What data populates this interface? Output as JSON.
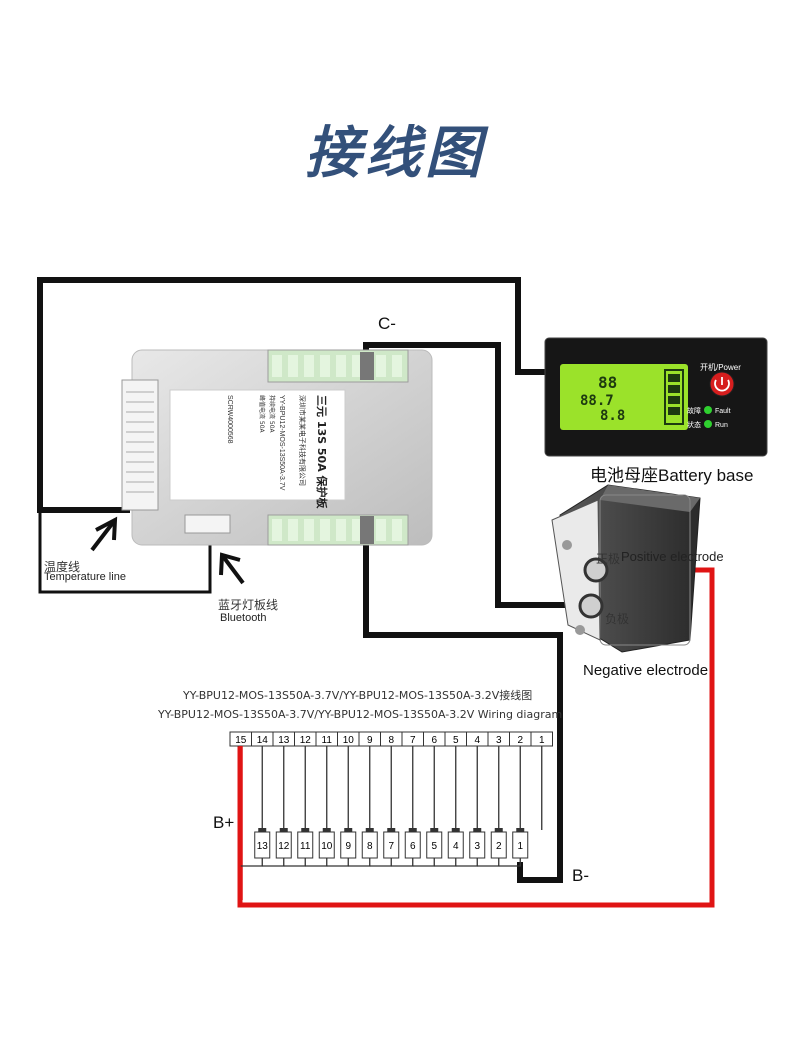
{
  "title": "接线图",
  "labels": {
    "c_minus": "C-",
    "b_minus": "B-",
    "b_plus": "B+",
    "temperature_cn": "温度线",
    "temperature_en": "Temperature line",
    "bluetooth_cn": "蓝牙灯板线",
    "bluetooth_en": "Bluetooth",
    "battery_base": "电池母座Battery base",
    "positive_cn": "正极",
    "positive_en": "Positive electrode",
    "negative_cn": "负极",
    "negative_en": "Negative electrode"
  },
  "diagram_caption": {
    "line1": "YY-BPU12-MOS-13S50A-3.7V/YY-BPU12-MOS-13S50A-3.2V接线图",
    "line2": "YY-BPU12-MOS-13S50A-3.7V/YY-BPU12-MOS-13S50A-3.2V Wiring diagram"
  },
  "connector_pins": [
    "15",
    "14",
    "13",
    "12",
    "11",
    "10",
    "9",
    "8",
    "7",
    "6",
    "5",
    "4",
    "3",
    "2",
    "1"
  ],
  "cells": [
    "13",
    "12",
    "11",
    "10",
    "9",
    "8",
    "7",
    "6",
    "5",
    "4",
    "3",
    "2",
    "1"
  ],
  "battery_display": {
    "power_label": "开机/Power",
    "readout_1": "88",
    "readout_2": "88.7",
    "readout_3": "8.8",
    "fault_label": "故障",
    "fault_en": "Fault",
    "run_label": "状态",
    "run_en": "Run",
    "fault_color": "#2fd02f",
    "run_color": "#2fd02f",
    "lcd_color": "#9be22a"
  },
  "bms_label": {
    "heading": "三元 13S 50A 保护板",
    "model": "YY-BPU12-MOS-13S50A-3.7V",
    "spec_1": "持续电流 50A",
    "spec_2": "峰值电流 50A",
    "serial": "SCRW4000568",
    "company": "深圳市某某电子科技有限公司"
  },
  "colors": {
    "wire_black": "#111111",
    "wire_red": "#e01414",
    "title": "#33507a"
  }
}
